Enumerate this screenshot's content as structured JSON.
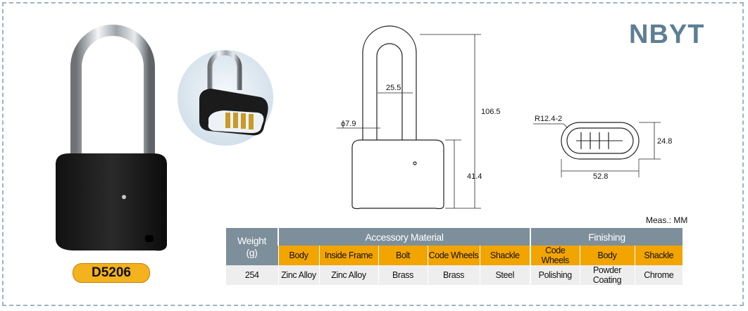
{
  "brand": "NBYT",
  "model": "D5206",
  "units_note": "Meas.: MM",
  "colors": {
    "accent": "#f2a400",
    "header": "#7d8f9b",
    "brand": "#5d7f94"
  },
  "dimensions": {
    "shackle_width": "25.5",
    "shackle_diameter": "ϕ7.9",
    "total_height": "106.5",
    "body_height": "41.4",
    "window_radius": "R12.4-2",
    "window_height": "24.8",
    "window_width": "52.8"
  },
  "table": {
    "weight_header": "Weight",
    "weight_unit": "(g)",
    "accessory_header": "Accessory Material",
    "finishing_header": "Finishing",
    "accessory_columns": [
      "Body",
      "Inside Frame",
      "Bolt",
      "Code Wheels",
      "Shackle"
    ],
    "finishing_columns": [
      "Code Wheels",
      "Body",
      "Shackle"
    ],
    "weight_value": "254",
    "accessory_values": [
      "Zinc Alloy",
      "Zinc Alloy",
      "Brass",
      "Brass",
      "Steel"
    ],
    "finishing_values": [
      "Polishing",
      "Powder Coating",
      "Chrome"
    ]
  }
}
